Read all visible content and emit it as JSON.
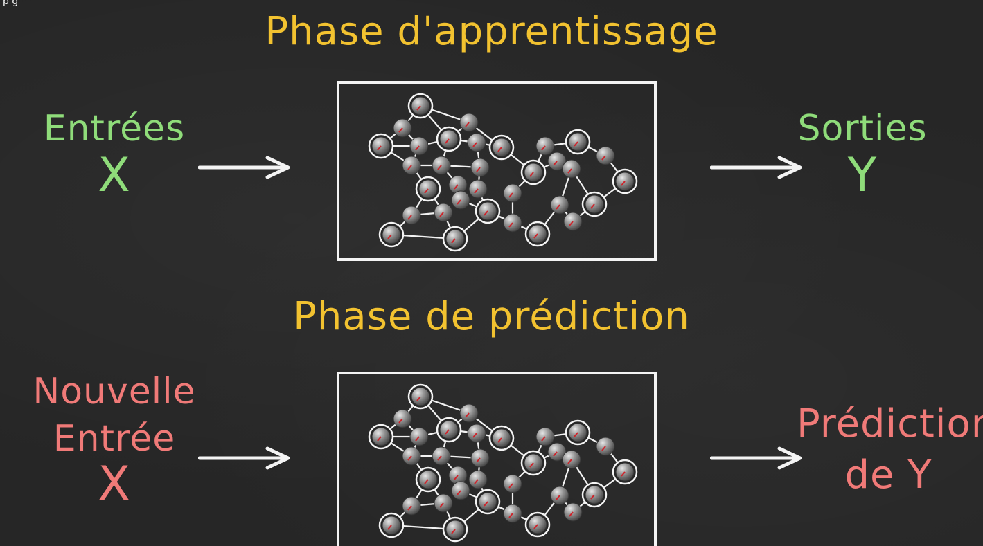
{
  "corner_text": "p      g",
  "phase_learning": {
    "title": "Phase d'apprentissage",
    "input_label": "Entrées",
    "input_var": "X",
    "output_label": "Sorties",
    "output_var": "Y"
  },
  "phase_prediction": {
    "title": "Phase de prédiction",
    "input_line1": "Nouvelle",
    "input_line2": "Entrée",
    "input_var": "X",
    "output_line1": "Prédiction",
    "output_line2": "de Y"
  },
  "colors": {
    "title": "#f2c230",
    "input_learning": "#8fdc7a",
    "input_prediction": "#f07a78",
    "chalk_white": "#f4f4f4",
    "background": "#262626"
  },
  "icons": {
    "network": "neural-network-graph",
    "arrow": "right-arrow"
  }
}
